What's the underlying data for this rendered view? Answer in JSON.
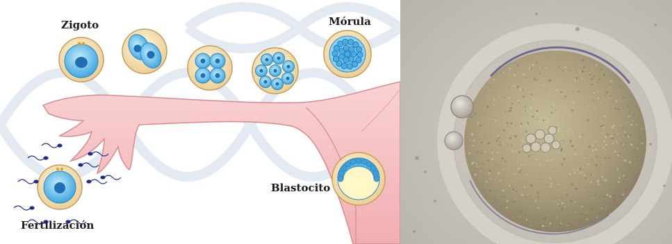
{
  "diagram": {
    "stages": [
      {
        "id": "zigoto",
        "label": "Zigoto"
      },
      {
        "id": "two-cell",
        "label": ""
      },
      {
        "id": "four-cell",
        "label": ""
      },
      {
        "id": "eight-cell",
        "label": ""
      },
      {
        "id": "morula",
        "label": "Mórula"
      },
      {
        "id": "blastocito",
        "label": "Blastocito"
      },
      {
        "id": "fertilizacion",
        "label": "Fertilización"
      }
    ],
    "colors": {
      "tube": "#f6c2c4",
      "tube_stroke": "#d98a90",
      "zona": "#f7e4b9",
      "zona_stroke": "#c59c58",
      "cytoplasm": "#7cc7ec",
      "nucleus": "#1f6fb4",
      "dna_watermark": "#dfe6ef",
      "sperm": "#1b2a8c"
    }
  },
  "photo": {
    "subject": "micrograph-embryo",
    "colors": {
      "background": "#c9c4bc",
      "egg": "#a69a7c",
      "membrane": "#6e6a8e"
    }
  }
}
